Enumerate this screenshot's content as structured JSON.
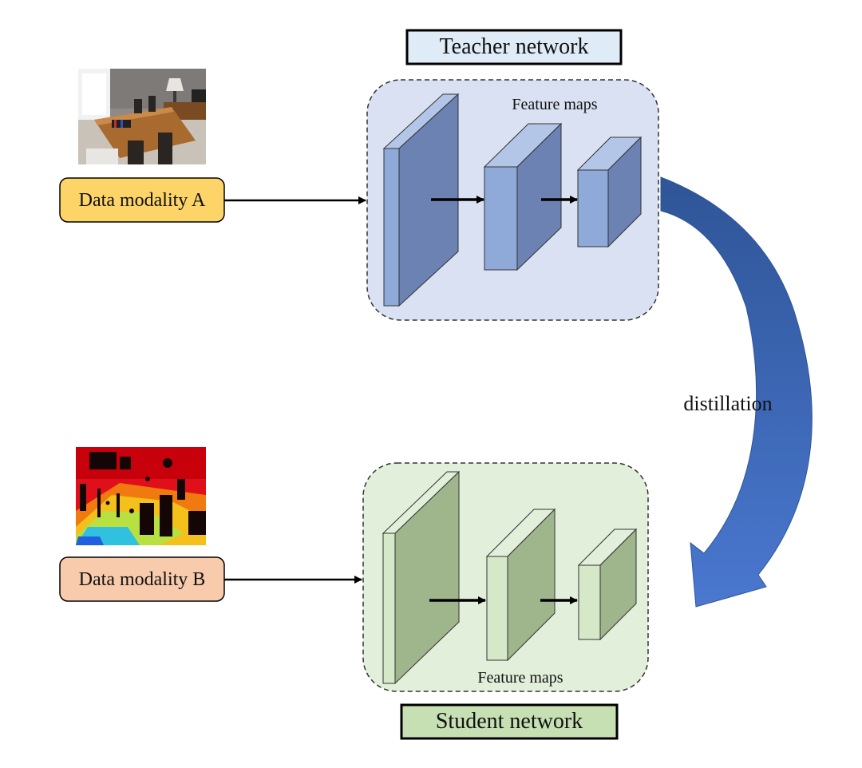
{
  "teacher": {
    "title": "Teacher network",
    "feature_label": "Feature maps",
    "title_fill": "#dfecf7",
    "panel_fill": "#d9e1f2",
    "block_front": "#8fa9d9",
    "block_side": "#6b82b3",
    "block_top": "#b4c6e7"
  },
  "student": {
    "title": "Student network",
    "feature_label": "Feature maps",
    "title_fill": "#c6e0b4",
    "panel_fill": "#e2efda",
    "block_front": "#d5e8c7",
    "block_side": "#9fb58c",
    "block_top": "#e2efda"
  },
  "inputs": {
    "a": {
      "label": "Data modality A",
      "fill": "#fcd468",
      "image": "rgb-photo-icon"
    },
    "b": {
      "label": "Data modality B",
      "fill": "#f7cbac",
      "image": "depth-map-icon"
    }
  },
  "distillation": {
    "label": "distillation",
    "color": "#4572c4"
  }
}
